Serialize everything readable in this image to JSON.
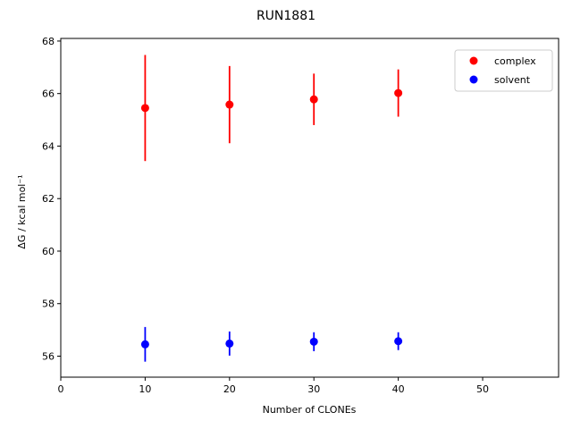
{
  "chart_data": {
    "type": "scatter",
    "title": "RUN1881",
    "xlabel": "Number of CLONEs",
    "ylabel": "ΔG / kcal mol⁻¹",
    "xlim": [
      0,
      59
    ],
    "ylim": [
      55.2,
      68.1
    ],
    "xticks": [
      0,
      10,
      20,
      30,
      40,
      50
    ],
    "yticks": [
      56,
      58,
      60,
      62,
      64,
      66,
      68
    ],
    "grid": false,
    "legend_position": "top-right",
    "series": [
      {
        "name": "complex",
        "color": "#ff0000",
        "x": [
          10,
          20,
          30,
          40
        ],
        "y": [
          65.45,
          65.58,
          65.78,
          66.02
        ],
        "yerr": [
          2.02,
          1.47,
          0.98,
          0.9
        ]
      },
      {
        "name": "solvent",
        "color": "#0000ff",
        "x": [
          10,
          20,
          30,
          40
        ],
        "y": [
          56.45,
          56.48,
          56.55,
          56.57
        ],
        "yerr": [
          0.66,
          0.46,
          0.36,
          0.34
        ]
      }
    ]
  }
}
